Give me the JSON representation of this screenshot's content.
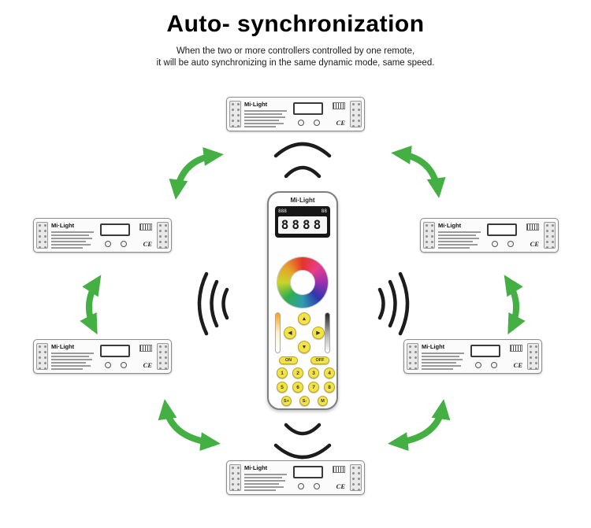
{
  "header": {
    "title": "Auto- synchronization",
    "subtitle_line1": "When the two or more controllers controlled by one remote,",
    "subtitle_line2": "it will be auto synchronizing in the same dynamic mode, same speed."
  },
  "remote": {
    "brand": "Mi·Light",
    "lcd": {
      "small_left": "888",
      "small_right": "88",
      "digits": "8888"
    },
    "icons": {
      "up": "▲",
      "down": "▼",
      "left": "◀",
      "right": "▶"
    },
    "buttons": {
      "on": "ON",
      "off": "OFF",
      "zones": [
        "1",
        "2",
        "3",
        "4",
        "5",
        "6",
        "7",
        "8"
      ],
      "extras": [
        "S+",
        "S-",
        "M"
      ]
    }
  },
  "controller": {
    "brand": "Mi·Light",
    "ce": "CE"
  },
  "colors": {
    "arrow_green": "#44b043",
    "wave_black": "#1c1c1c",
    "button_yellow": "#f3e34a"
  }
}
